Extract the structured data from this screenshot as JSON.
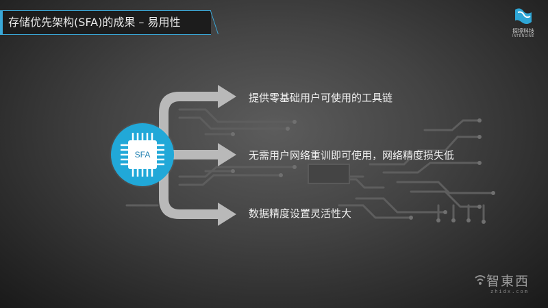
{
  "slide": {
    "title": "存储优先架构(SFA)的成果 – 易用性"
  },
  "logo": {
    "name_cn": "探境科技",
    "name_en": "INTENGINE"
  },
  "chip": {
    "label": "SFA"
  },
  "items": [
    "提供零基础用户可使用的工具链",
    "无需用户网络重训即可使用，网络精度损失低",
    "数据精度设置灵活性大"
  ],
  "watermark": {
    "main": "智東西",
    "sub": "zhidx.com"
  },
  "colors": {
    "accent": "#21a8d8",
    "arrow": "#b9b9b9",
    "text": "#f2f2f2"
  }
}
